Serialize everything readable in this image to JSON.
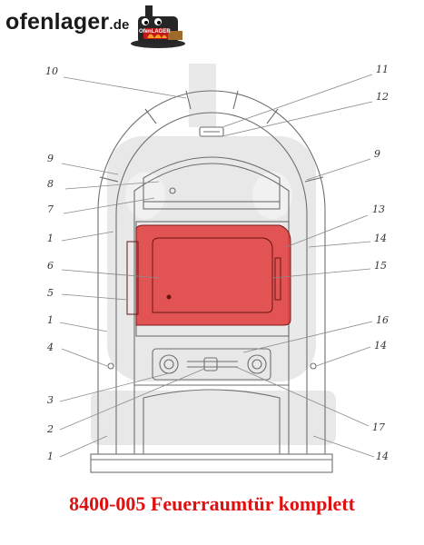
{
  "logo": {
    "name": "ofenlager",
    "tld": ".de",
    "stove_icon": "stove-mascot-icon",
    "badge": "OfenLAGER"
  },
  "callouts": [
    "10",
    "11",
    "12",
    "9",
    "9",
    "8",
    "7",
    "13",
    "1",
    "14",
    "6",
    "15",
    "5",
    "16",
    "1",
    "4",
    "14",
    "3",
    "2",
    "17",
    "1",
    "14"
  ],
  "caption": "8400-005 Feuerraumtür komplett",
  "colors": {
    "highlight": "#e03a3a",
    "caption": "#e01010",
    "line": "#6e6e6e"
  }
}
